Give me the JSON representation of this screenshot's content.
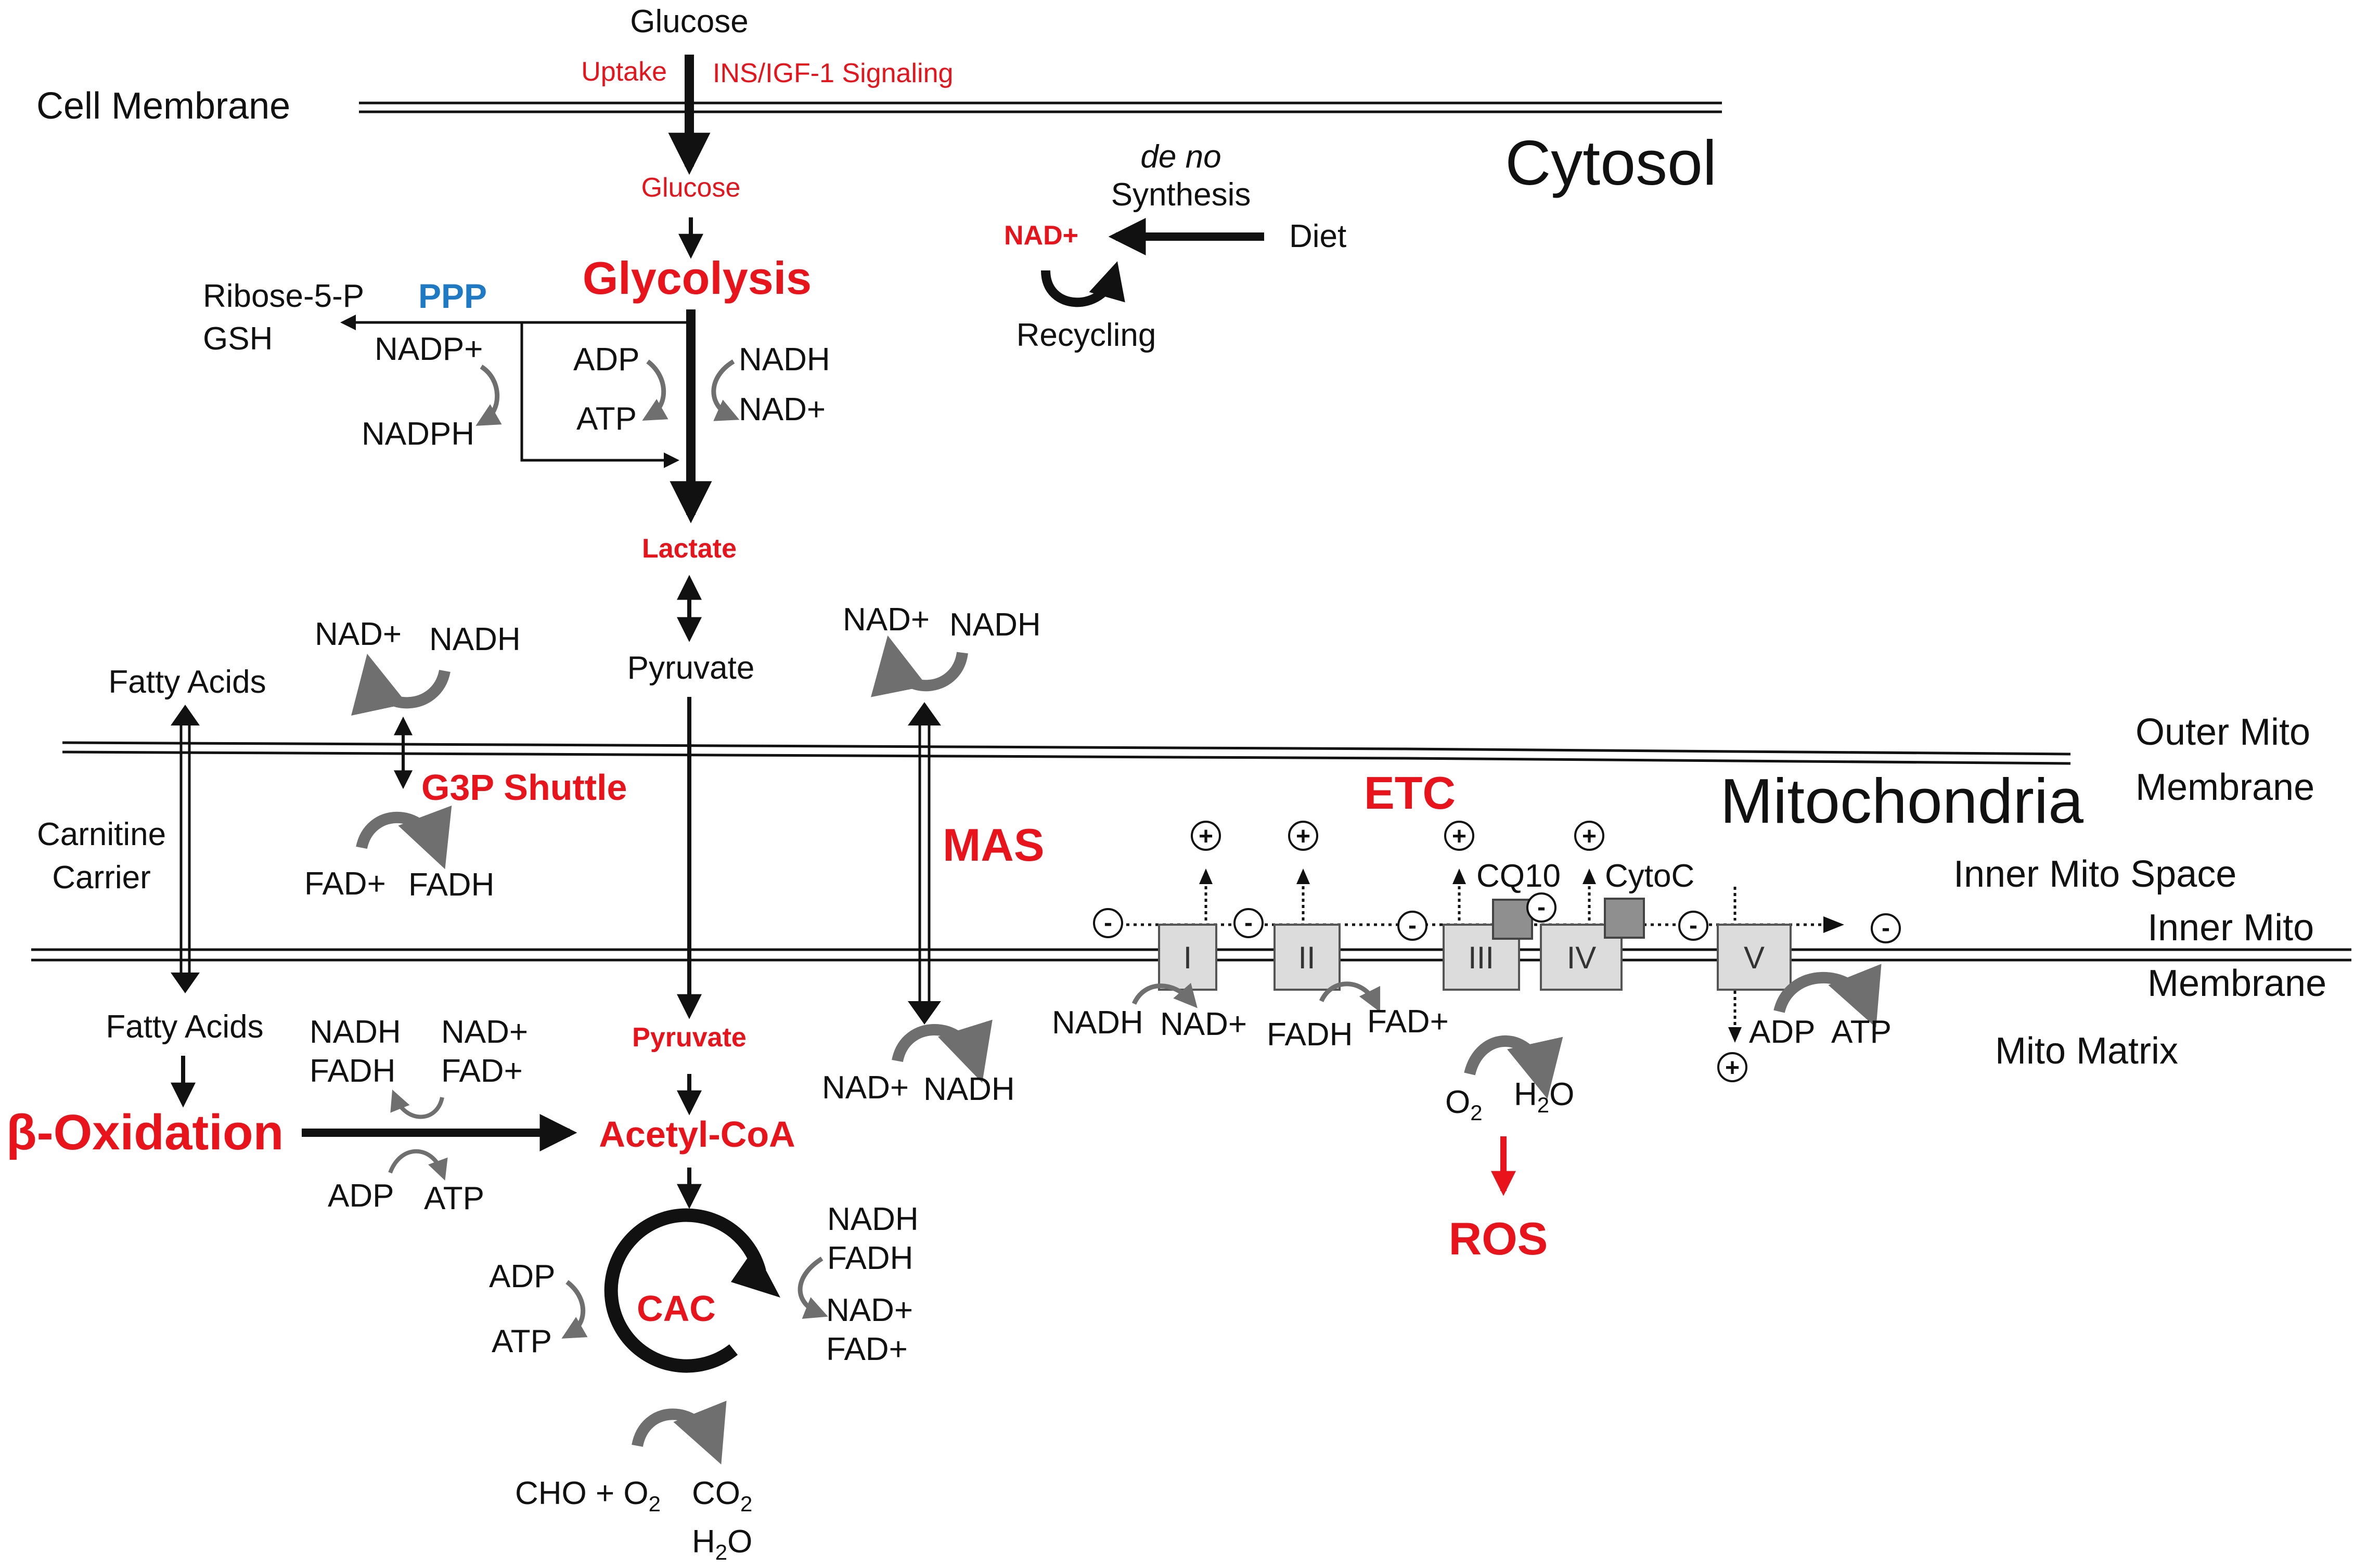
{
  "labels": {
    "glucose_top": "Glucose",
    "uptake": "Uptake",
    "ins_igf": "INS/IGF-1 Signaling",
    "cell_membrane": "Cell Membrane",
    "cytosol": "Cytosol",
    "glucose_inner": "Glucose",
    "de_no": "de no",
    "synthesis": "Synthesis",
    "nad_plus_red": "NAD+",
    "diet": "Diet",
    "recycling": "Recycling",
    "ribose": "Ribose-5-P",
    "gsh": "GSH",
    "ppp": "PPP",
    "glycolysis": "Glycolysis",
    "nadp_plus": "NADP+",
    "nadph": "NADPH",
    "gly_adp": "ADP",
    "gly_atp": "ATP",
    "gly_nadh": "NADH",
    "gly_nad_plus": "NAD+",
    "lactate": "Lactate",
    "pyruvate_cyto": "Pyruvate",
    "g3p_nad_plus": "NAD+",
    "g3p_nadh": "NADH",
    "mas_nad_plus": "NAD+",
    "mas_nadh": "NADH",
    "fatty_acids_top": "Fatty Acids",
    "outer_mito_1": "Outer Mito",
    "outer_mito_2": "Membrane",
    "mitochondria": "Mitochondria",
    "carnitine_1": "Carnitine",
    "carnitine_2": "Carrier",
    "g3p_shuttle": "G3P Shuttle",
    "fad_plus_g3p": "FAD+",
    "fadh_g3p": "FADH",
    "mas": "MAS",
    "etc": "ETC",
    "inner_space": "Inner Mito Space",
    "inner_mem_1": "Inner Mito",
    "inner_mem_2": "Membrane",
    "mito_matrix": "Mito Matrix",
    "fatty_acids_bottom": "Fatty Acids",
    "beta_ox": "β-Oxidation",
    "bo_nadh": "NADH",
    "bo_fadh": "FADH",
    "bo_nad_plus": "NAD+",
    "bo_fad_plus": "FAD+",
    "bo_adp": "ADP",
    "bo_atp": "ATP",
    "pyruvate_mito": "Pyruvate",
    "acetyl_coa": "Acetyl-CoA",
    "mas_mx_nad_plus": "NAD+",
    "mas_mx_nadh": "NADH",
    "cac": "CAC",
    "cac_adp": "ADP",
    "cac_atp": "ATP",
    "cac_nadh": "NADH",
    "cac_fadh": "FADH",
    "cac_nad_plus": "NAD+",
    "cac_fad_plus": "FAD+",
    "cho_o2": "CHO + O",
    "cho_o2_sub": "2",
    "co2": "CO",
    "co2_sub": "2",
    "h2o_cac": "H",
    "h2o_cac_sub": "2",
    "h2o_cac_tail": "O",
    "cq10": "CQ10",
    "cytoc": "CytoC",
    "complex_i": "I",
    "complex_ii": "II",
    "complex_iii": "III",
    "complex_iv": "IV",
    "complex_v": "V",
    "etc_nadh": "NADH",
    "etc_nad_plus": "NAD+",
    "etc_fadh": "FADH",
    "etc_fad_plus": "FAD+",
    "o2": "O",
    "o2_sub": "2",
    "h2o_etc": "H",
    "h2o_etc_sub": "2",
    "h2o_etc_tail": "O",
    "etc_adp": "ADP",
    "etc_atp": "ATP",
    "ros": "ROS",
    "plus_sign": "+",
    "minus_sign": "-"
  },
  "colors": {
    "accent_red": "#e8131b",
    "ppp_blue": "#1f7ac6",
    "cycle_grey": "#6f6f6f",
    "complex_fill": "#dcdcdc",
    "carrier_fill": "#8f8f8f"
  }
}
